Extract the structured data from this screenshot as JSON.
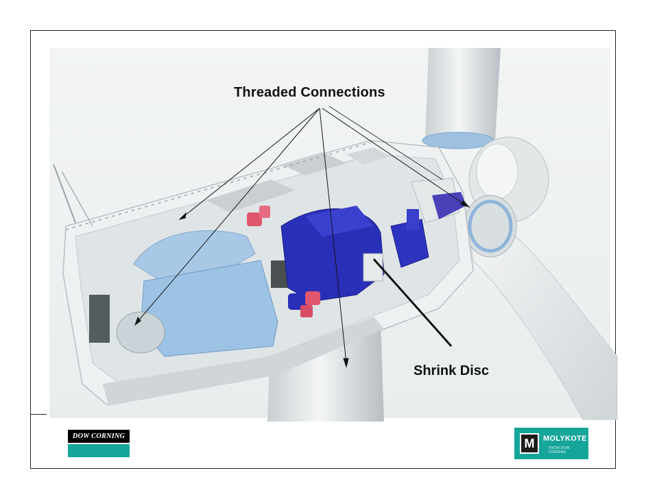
{
  "labels": {
    "threaded": "Threaded Connections",
    "shrink": "Shrink Disc"
  },
  "logos": {
    "dow_corning": "DOW CORNING",
    "molykote_mark": "M",
    "molykote": "MOLYKOTE",
    "molykote_sub": "FROM DOW CORNING"
  },
  "colors": {
    "teal": "#16a59a",
    "component_blue": "#2a2fb8",
    "generator_blue": "#9cc3e4",
    "nacelle_grey": "#e6e9ea",
    "bolt_red": "#e0566f"
  }
}
